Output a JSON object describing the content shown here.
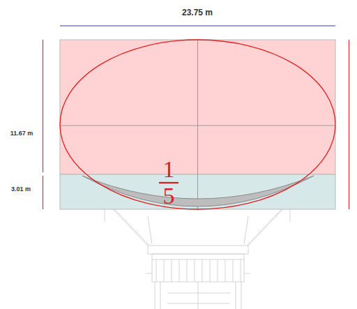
{
  "diagram": {
    "labels": [
      "23.75 m",
      "11.67 m",
      "3.01 m",
      "1",
      "5"
    ]
  }
}
